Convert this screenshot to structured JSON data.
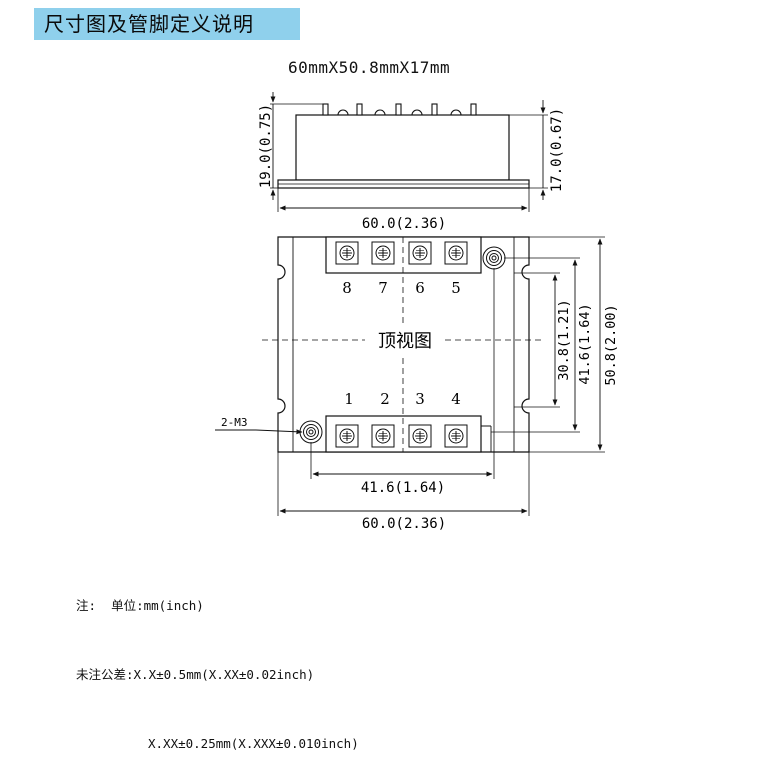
{
  "section_title": "尺寸图及管脚定义说明",
  "overall_dimensions": "60mmX50.8mmX17mm",
  "side_view": {
    "left_height": "19.0(0.75)",
    "right_height": "17.0(0.67)",
    "width": "60.0(2.36)"
  },
  "top_view": {
    "center_label": "顶视图",
    "top_pins": [
      "8",
      "7",
      "6",
      "5"
    ],
    "bottom_pins": [
      "1",
      "2",
      "3",
      "4"
    ],
    "mount_label": "2-M3",
    "dim_inner_v": "30.8(1.21)",
    "dim_mount_v": "41.6(1.64)",
    "dim_outer_v": "50.8(2.00)",
    "dim_mount_h": "41.6(1.64)",
    "dim_outer_h": "60.0(2.36)"
  },
  "notes": {
    "unit_line": "注:  单位:mm(inch)",
    "tolerance_line_1": "未注公差:X.X±0.5mm(X.XX±0.02inch)",
    "tolerance_line_2": "X.XX±0.25mm(X.XXX±0.010inch)"
  }
}
